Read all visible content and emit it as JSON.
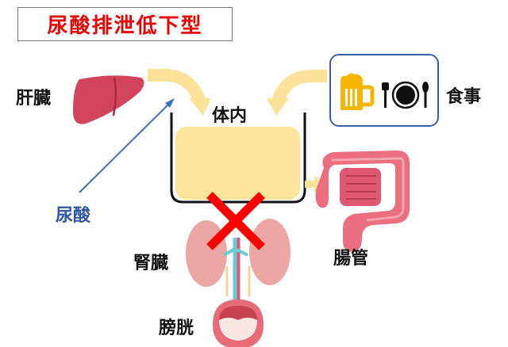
{
  "title": "尿酸排泄低下型",
  "labels": {
    "liver": "肝臓",
    "body": "体内",
    "meal": "食事",
    "uric_acid": "尿酸",
    "kidney": "腎臓",
    "intestine": "腸管",
    "bladder": "膀胱"
  },
  "icons": {
    "liver": "liver-icon",
    "beer": "beer-mug-icon",
    "meal": "fork-plate-spoon-icon",
    "intestine": "intestine-icon",
    "kidney": "kidneys-icon",
    "bladder": "bladder-icon",
    "blocked": "red-x-icon"
  },
  "colors": {
    "title": "#ee0000",
    "arrow_fill": "#fde39a",
    "container_fill": "#fde69c",
    "uric_acid_arrow": "#3f6fc4",
    "food_box_border": "#3b5ea8",
    "liver": "#d2435c",
    "beer": "#f7b500",
    "cross": "#ff0000",
    "intestine": "#ec6f80",
    "kidney": "#eca7a4"
  }
}
